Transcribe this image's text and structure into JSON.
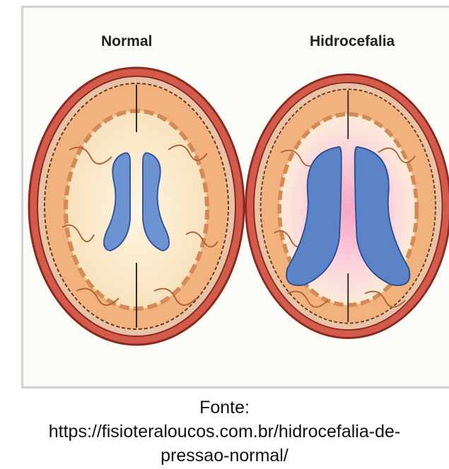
{
  "figure": {
    "labels": {
      "left": "Normal",
      "right": "Hidrocefalia"
    }
  },
  "caption": {
    "line1": "Fonte:",
    "line2": "https://fisioteraloucos.com.br/hidrocefalia-de-",
    "line3": "pressao-normal/"
  },
  "colors": {
    "skull": "#c2473a",
    "cortex": "#f2b27d",
    "white_matter": "#fbeccd",
    "ventricle": "#5b84c8",
    "edema": "#f7a6c4"
  }
}
